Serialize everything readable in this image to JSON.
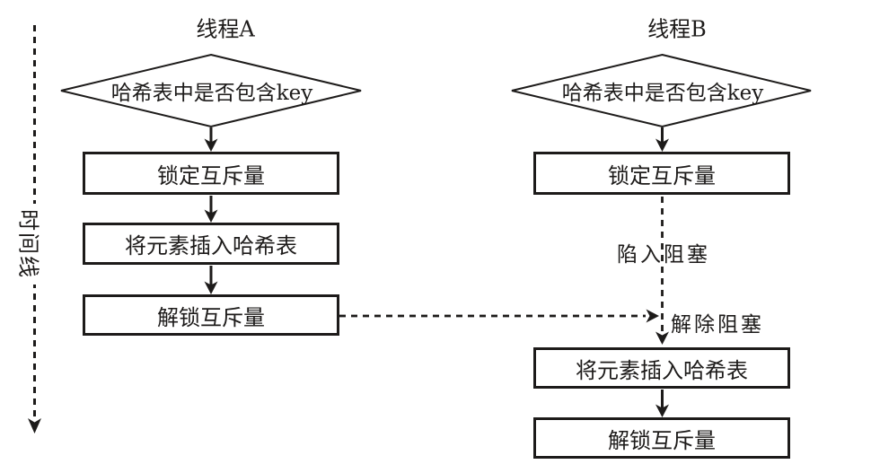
{
  "timeline": {
    "label": "时间线"
  },
  "thread_a": {
    "title": "线程A",
    "decision": "哈希表中是否包含key",
    "step_lock": "锁定互斥量",
    "step_insert": "将元素插入哈希表",
    "step_unlock": "解锁互斥量"
  },
  "thread_b": {
    "title": "线程B",
    "decision": "哈希表中是否包含key",
    "step_lock": "锁定互斥量",
    "step_insert": "将元素插入哈希表",
    "step_unlock": "解锁互斥量",
    "blocked_label": "陷入阻塞",
    "unblocked_label": "解除阻塞"
  },
  "colors": {
    "ink": "#1d1b1a",
    "background": "#ffffff"
  }
}
